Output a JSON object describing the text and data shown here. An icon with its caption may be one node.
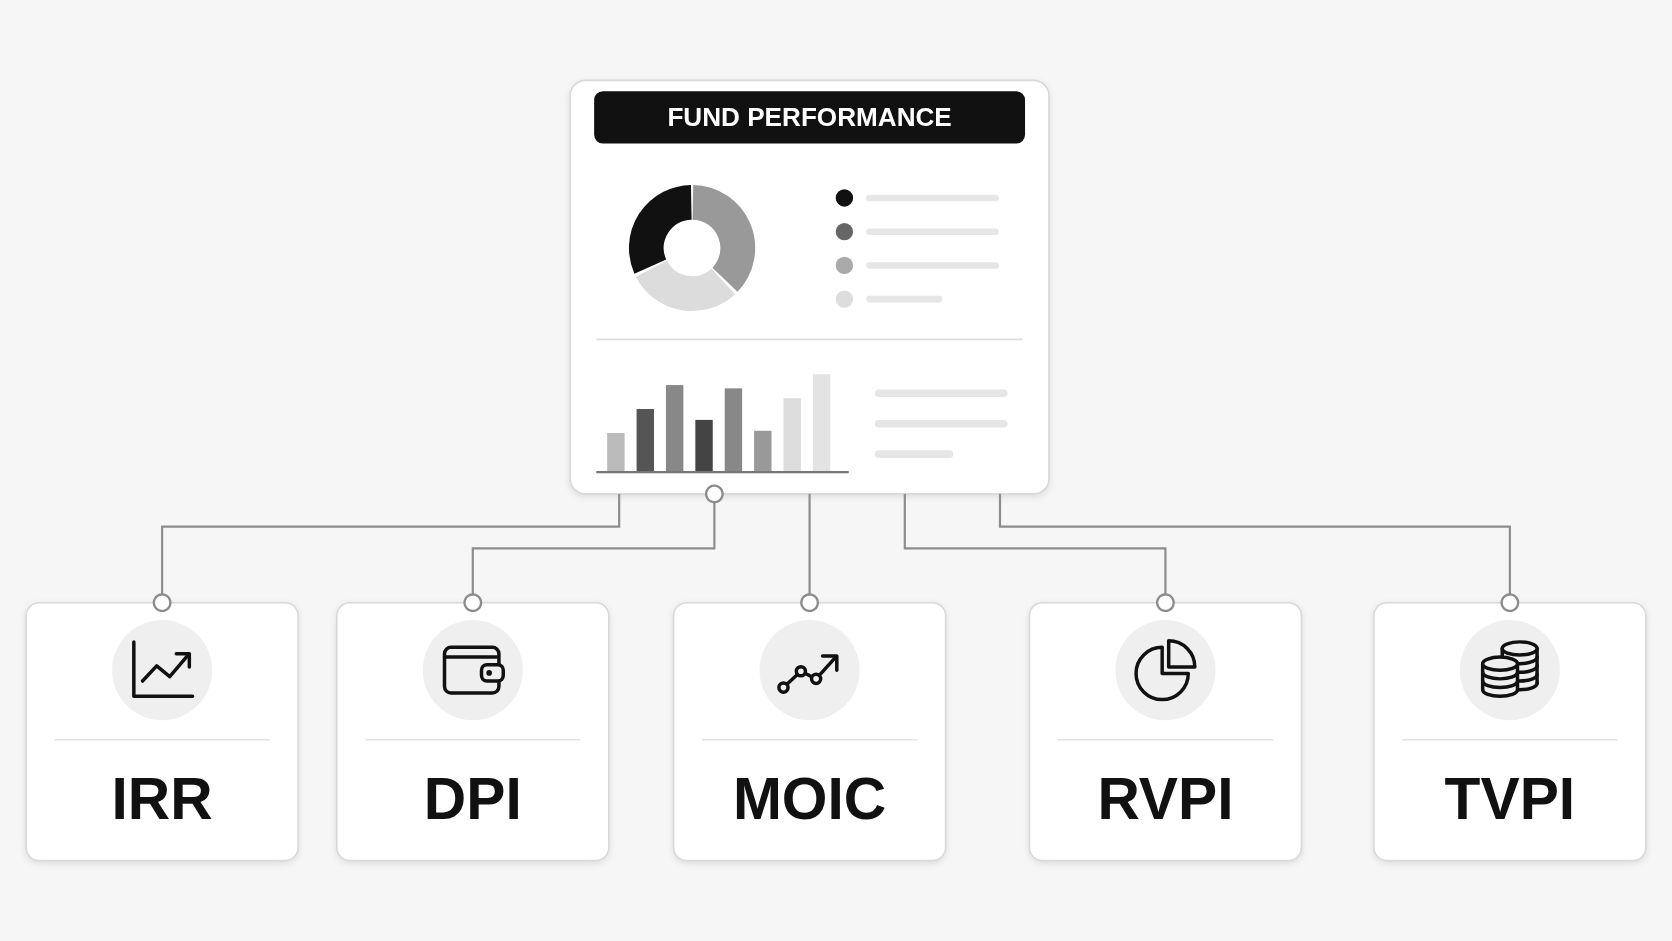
{
  "diagram": {
    "nodes": [
      {
        "text": [
          "IRR"
        ]
      },
      {
        "text": [
          "FUND PERFORMANCE"
        ]
      },
      {
        "text": [
          "TVPI"
        ]
      },
      {
        "text": [
          "DPI"
        ]
      },
      {
        "text": [
          "RVPI"
        ]
      },
      {
        "text": [
          "MOIC"
        ]
      }
    ],
    "edges": [
      {
        "from": 1,
        "to": 0,
        "arrow": "other"
      },
      {
        "from": 1,
        "to": 3,
        "arrow": "other"
      },
      {
        "from": 1,
        "to": 5,
        "arrow": "other"
      },
      {
        "from": 1,
        "to": 4,
        "arrow": "other"
      },
      {
        "from": 1,
        "to": 2,
        "arrow": "other"
      }
    ]
  }
}
